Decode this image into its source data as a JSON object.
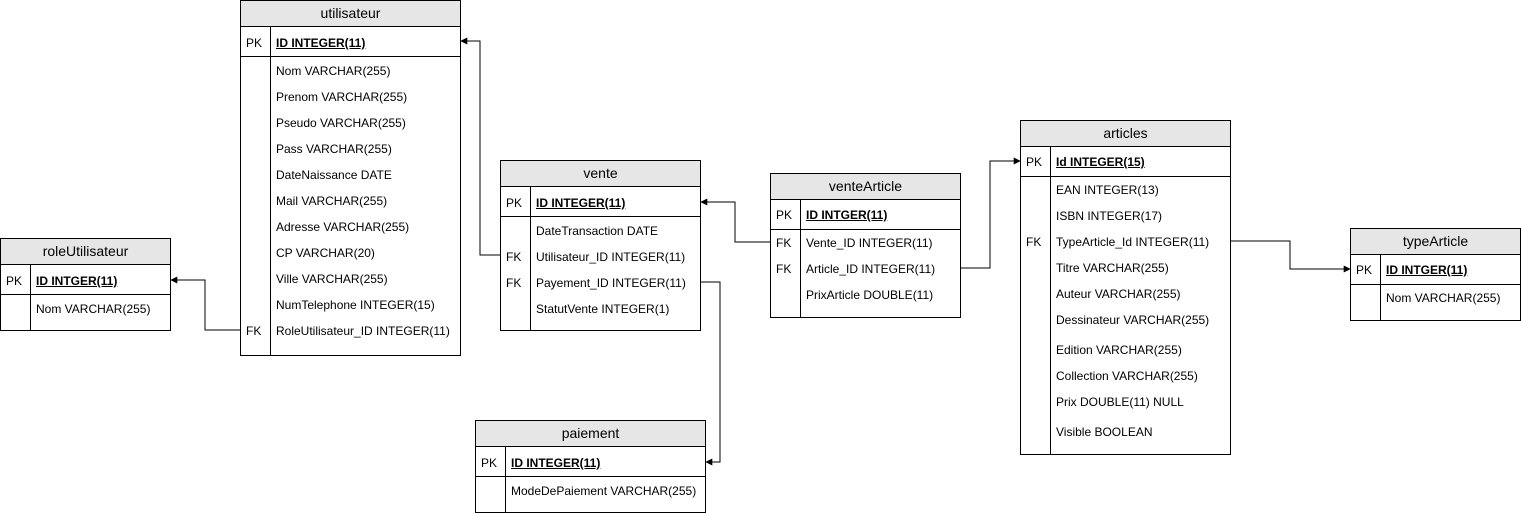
{
  "tables": {
    "utilisateur": {
      "title": "utilisateur",
      "pk": {
        "key": "PK",
        "col": "ID INTEGER(11)"
      },
      "fields": [
        {
          "key": "",
          "col": "Nom VARCHAR(255)"
        },
        {
          "key": "",
          "col": "Prenom VARCHAR(255)"
        },
        {
          "key": "",
          "col": "Pseudo VARCHAR(255)"
        },
        {
          "key": "",
          "col": "Pass VARCHAR(255)"
        },
        {
          "key": "",
          "col": "DateNaissance DATE"
        },
        {
          "key": "",
          "col": "Mail VARCHAR(255)"
        },
        {
          "key": "",
          "col": "Adresse VARCHAR(255)"
        },
        {
          "key": "",
          "col": "CP VARCHAR(20)"
        },
        {
          "key": "",
          "col": "Ville VARCHAR(255)"
        },
        {
          "key": "",
          "col": "NumTelephone INTEGER(15)"
        },
        {
          "key": "FK",
          "col": "RoleUtilisateur_ID INTEGER(11)"
        }
      ]
    },
    "roleUtilisateur": {
      "title": "roleUtilisateur",
      "pk": {
        "key": "PK",
        "col": "ID INTGER(11)"
      },
      "fields": [
        {
          "key": "",
          "col": "Nom VARCHAR(255)"
        }
      ]
    },
    "vente": {
      "title": "vente",
      "pk": {
        "key": "PK",
        "col": "ID INTEGER(11)"
      },
      "fields": [
        {
          "key": "",
          "col": "DateTransaction DATE"
        },
        {
          "key": "FK",
          "col": "Utilisateur_ID INTEGER(11)"
        },
        {
          "key": "FK",
          "col": "Payement_ID INTEGER(11)"
        },
        {
          "key": "",
          "col": "StatutVente INTEGER(1)"
        }
      ]
    },
    "paiement": {
      "title": "paiement",
      "pk": {
        "key": "PK",
        "col": "ID INTEGER(11)"
      },
      "fields": [
        {
          "key": "",
          "col": "ModeDePaiement VARCHAR(255)"
        }
      ]
    },
    "venteArticle": {
      "title": "venteArticle",
      "pk": {
        "key": "PK",
        "col": "ID INTGER(11)"
      },
      "fields": [
        {
          "key": "FK",
          "col": "Vente_ID INTEGER(11)"
        },
        {
          "key": "FK",
          "col": "Article_ID INTEGER(11)"
        },
        {
          "key": "",
          "col": "PrixArticle DOUBLE(11)"
        }
      ]
    },
    "articles": {
      "title": "articles",
      "pk": {
        "key": "PK",
        "col": "Id INTEGER(15)"
      },
      "fields": [
        {
          "key": "",
          "col": "EAN INTEGER(13)"
        },
        {
          "key": "",
          "col": "ISBN INTEGER(17)"
        },
        {
          "key": "FK",
          "col": "TypeArticle_Id INTEGER(11)"
        },
        {
          "key": "",
          "col": "Titre VARCHAR(255)"
        },
        {
          "key": "",
          "col": "Auteur VARCHAR(255)"
        },
        {
          "key": "",
          "col": "Dessinateur VARCHAR(255)"
        },
        {
          "key": "",
          "col": "Edition VARCHAR(255)"
        },
        {
          "key": "",
          "col": "Collection VARCHAR(255)"
        },
        {
          "key": "",
          "col": "Prix DOUBLE(11) NULL"
        },
        {
          "key": "",
          "col": "Visible BOOLEAN"
        }
      ]
    },
    "typeArticle": {
      "title": "typeArticle",
      "pk": {
        "key": "PK",
        "col": "ID INTGER(11)"
      },
      "fields": [
        {
          "key": "",
          "col": "Nom VARCHAR(255)"
        }
      ]
    }
  }
}
